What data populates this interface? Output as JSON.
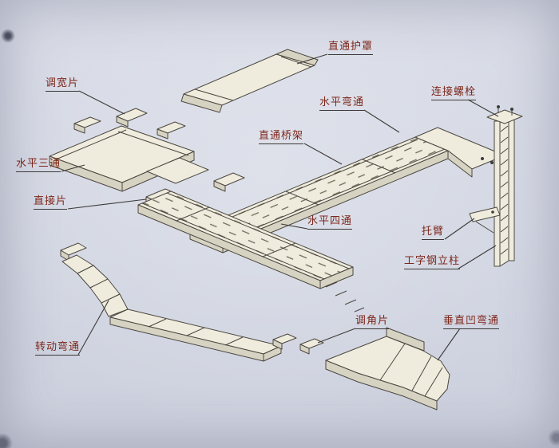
{
  "diagram": {
    "colors": {
      "background": "#d4d8e4",
      "line": "#4b4741",
      "metal_fill": "#efecdd",
      "metal_side": "#d7d3c2",
      "label_text": "#7c261a",
      "leader": "#3c3a38"
    },
    "labels": [
      {
        "text": "直通护罩"
      },
      {
        "text": "调宽片"
      },
      {
        "text": "水平弯通"
      },
      {
        "text": "连接螺栓"
      },
      {
        "text": "直通桥架"
      },
      {
        "text": "水平三通"
      },
      {
        "text": "直接片"
      },
      {
        "text": "水平四通"
      },
      {
        "text": "托臂"
      },
      {
        "text": "工字钢立柱"
      },
      {
        "text": "调角片"
      },
      {
        "text": "垂直凹弯通"
      },
      {
        "text": "转动弯通"
      }
    ]
  }
}
